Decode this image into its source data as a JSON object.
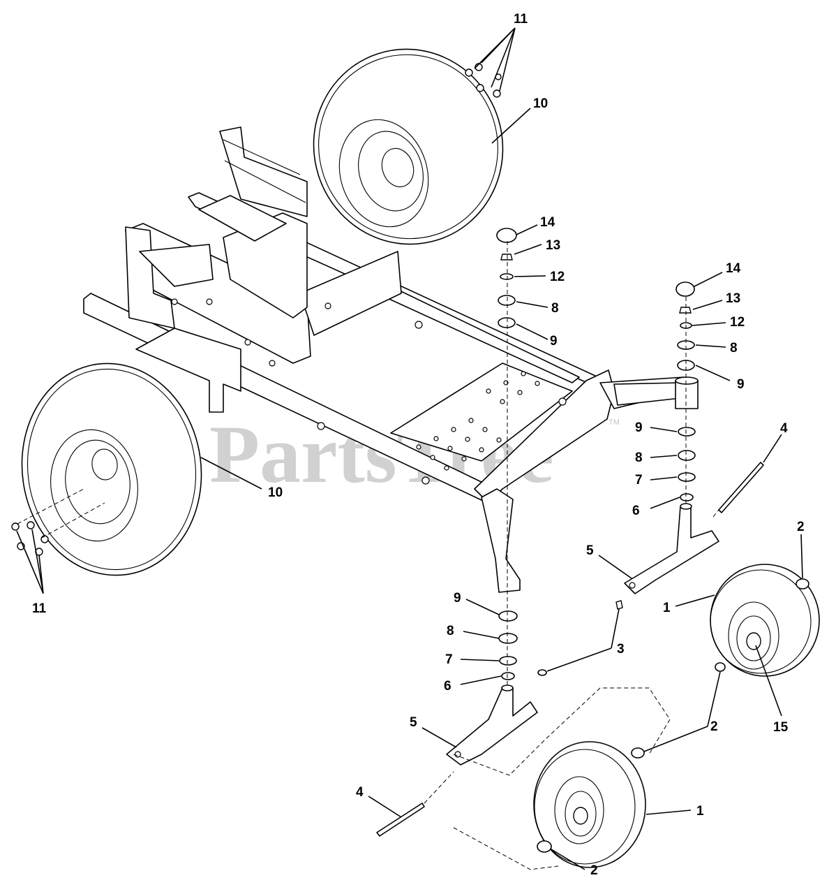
{
  "diagram": {
    "watermark": "PartsTree",
    "watermark_tm": "TM",
    "callouts": {
      "front_wheel_lower": "1",
      "front_wheel_right": "1",
      "hub_nut_right_top": "2",
      "hub_nut_mid": "2",
      "hub_nut_bottom": "2",
      "bolt_caster": "3",
      "axle_bolt_right": "4",
      "axle_bolt_left": "4",
      "fork_right": "5",
      "fork_left": "5",
      "spacer_right": "6",
      "spacer_left": "6",
      "washer_right": "7",
      "washer_left": "7",
      "bearing_right_top": "8",
      "bearing_right_low": "8",
      "bearing_left_top": "8",
      "bearing_left_low": "8",
      "race_right_top": "9",
      "race_right_low": "9",
      "race_left_top": "9",
      "race_left_low": "9",
      "rear_tire_top": "10",
      "rear_tire_left": "10",
      "lug_nuts_top": "11",
      "lug_nuts_left": "11",
      "washer_12_left": "12",
      "washer_12_right": "12",
      "nut_13_left": "13",
      "nut_13_right": "13",
      "cap_14_left": "14",
      "cap_14_right": "14",
      "bearing_hub_15": "15"
    }
  }
}
